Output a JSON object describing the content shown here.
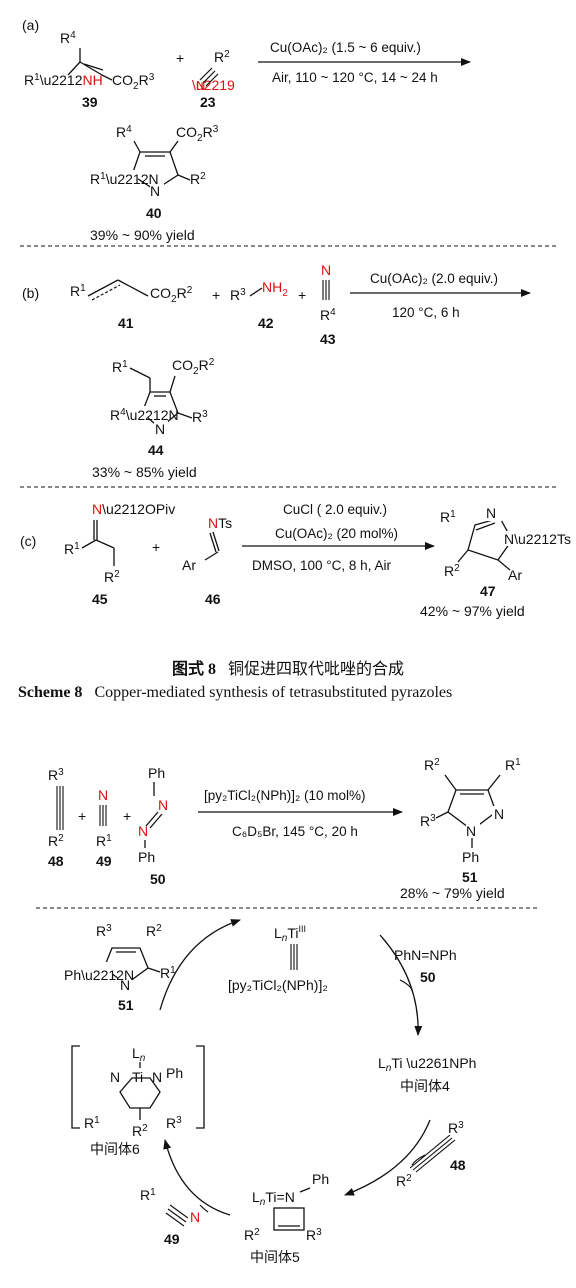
{
  "panel_a": {
    "label": "(a)",
    "cond_top": "Cu(OAc)₂ (1.5 ~ 6 equiv.)",
    "cond_bottom": "Air, 110 ~ 120 °C, 14 ~ 24 h",
    "cmpd_39": "39",
    "cmpd_23": "23",
    "cmpd_40": "40",
    "yield": "39% ~ 90% yield"
  },
  "panel_b": {
    "label": "(b)",
    "cond_top": "Cu(OAc)₂ (2.0 equiv.)",
    "cond_bottom": "120 °C, 6 h",
    "cmpd_41": "41",
    "cmpd_42": "42",
    "cmpd_43": "43",
    "cmpd_44": "44",
    "yield": "33% ~ 85% yield"
  },
  "panel_c": {
    "label": "(c)",
    "cond_1": "CuCl ( 2.0 equiv.)",
    "cond_2": "Cu(OAc)₂ (20 mol%)",
    "cond_3": "DMSO, 100 °C, 8 h, Air",
    "cmpd_45": "45",
    "cmpd_46": "46",
    "cmpd_47": "47",
    "yield": "42% ~ 97% yield"
  },
  "caption": {
    "cn_label": "图式 8",
    "cn_text": "铜促进四取代吡唑的合成",
    "en_label": "Scheme 8",
    "en_text": "Copper-mediated synthesis of tetrasubstituted pyrazoles"
  },
  "panel_d": {
    "cond_top": "[py₂TiCl₂(NPh)]₂ (10 mol%)",
    "cond_bottom": "C₆D₅Br, 145 °C, 20 h",
    "cmpd_48": "48",
    "cmpd_49": "49",
    "cmpd_50": "50",
    "cmpd_51": "51",
    "yield": "28% ~ 79% yield"
  },
  "cycle": {
    "catalyst_top": "LₙTiᴵᴵᴵ",
    "catalyst_bottom": "[py₂TiCl₂(NPh)]₂",
    "azobenzene": "PhN=NPh",
    "intermediate_4": "中间体4",
    "intermediate_5": "中间体5",
    "intermediate_6": "中间体6"
  }
}
